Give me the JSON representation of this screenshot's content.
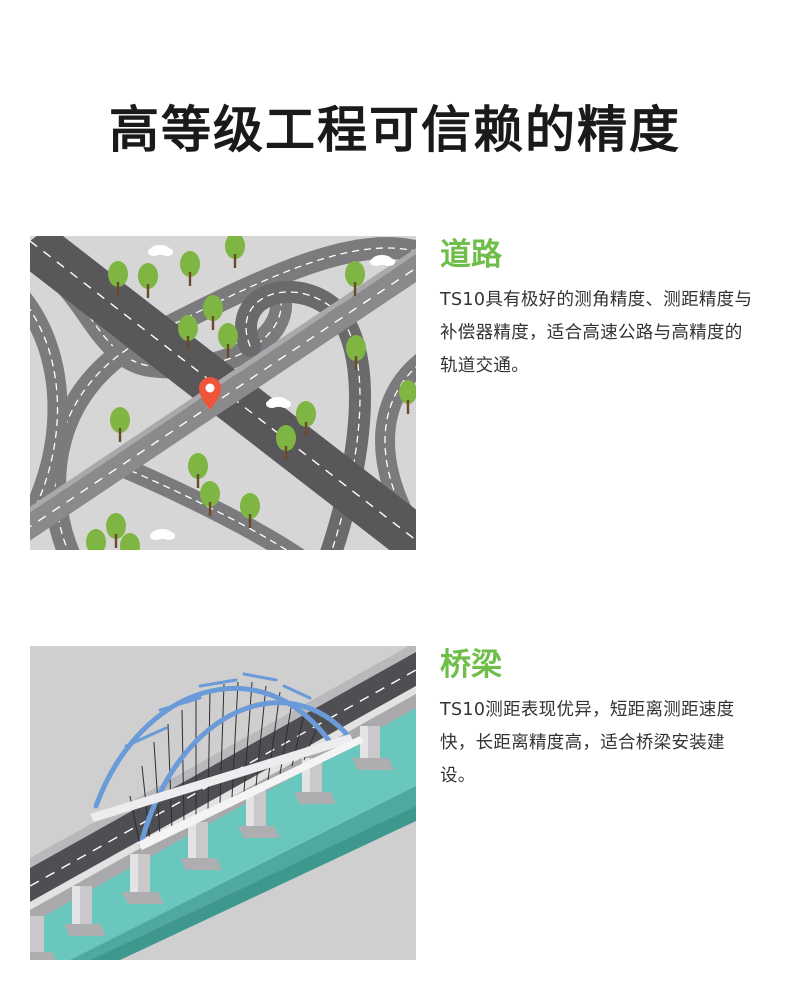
{
  "page": {
    "title": "高等级工程可信赖的精度"
  },
  "colors": {
    "accent_green": "#6fbe4a",
    "title": "#1a1a1a",
    "body_text": "#333333",
    "road_ground": "#d5d5d5",
    "road_asphalt": "#5a5a5d",
    "water": "#69c7bd",
    "bridge_arch": "#6a9bd8"
  },
  "sections": [
    {
      "heading": "道路",
      "body": "TS10具有极好的测角精度、测距精度与补偿器精度，适合高速公路与高精度的轨道交通。",
      "illustration": "highway-interchange-illustration"
    },
    {
      "heading": "桥梁",
      "body": "TS10测距表现优异，短距离测距速度快，长距离精度高，适合桥梁安装建设。",
      "illustration": "arch-bridge-illustration"
    }
  ]
}
